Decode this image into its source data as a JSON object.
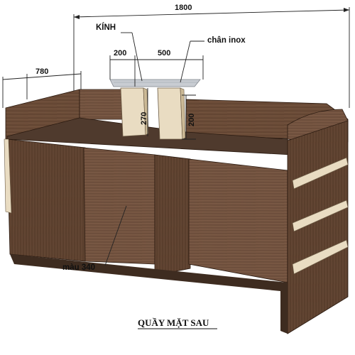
{
  "dimensions": {
    "total_width": "1800",
    "depth": "780",
    "glass_offset": "200",
    "glass_width": "500",
    "post_height_left": "270",
    "post_height_right": "200"
  },
  "labels": {
    "glass": "KÍNH",
    "stainless_legs": "chân inox",
    "wood_color": "màu 340"
  },
  "caption": "QUẦY MẶT SAU",
  "colors": {
    "wood_dark": "#5a3f2d",
    "wood_mid": "#6e4f3a",
    "wood_light": "#7d5c45",
    "accent_light": "#e9dcc2",
    "glass": "#c8ccd2"
  }
}
